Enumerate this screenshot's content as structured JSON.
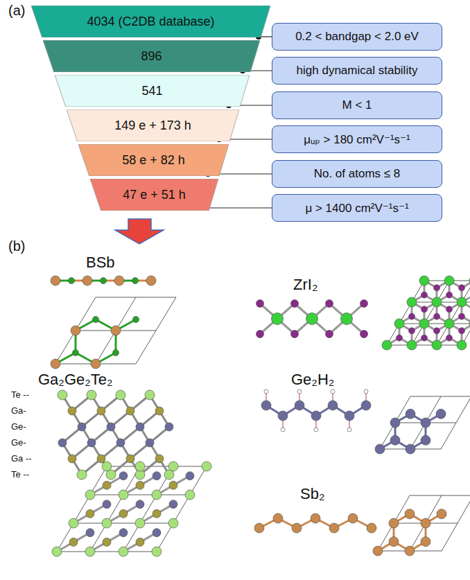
{
  "diagram": {
    "nodes": [
      {
        "text": [
          "4034 (C2DB database)"
        ]
      },
      {
        "text": [
          "896"
        ]
      },
      {
        "text": [
          "541"
        ]
      },
      {
        "text": [
          "149 e + 173 h"
        ]
      },
      {
        "text": [
          "58 e + 82 h"
        ]
      },
      {
        "text": [
          "47 e + 51 h"
        ]
      },
      {
        "text": [
          "0.2 < bandgap < 2.0 eV"
        ]
      },
      {
        "text": [
          "high dynamical stability"
        ]
      },
      {
        "text": [
          "M < 1"
        ]
      },
      {
        "text": [
          "μᵤₚ > 180 cm²V⁻¹s⁻¹"
        ]
      },
      {
        "text": [
          "No. of atoms ≤ 8"
        ]
      },
      {
        "text": [
          "μ > 1400 cm²V⁻¹s⁻¹"
        ]
      }
    ],
    "labels": [
      "(a)",
      "(b)",
      "BSb",
      "ZrI₂",
      "Ga₂Ge₂Te₂",
      "Ge₂H₂",
      "Sb₂",
      "Te --",
      "Ga-",
      "Ge-",
      "Ge-",
      "Ga --",
      "Te --"
    ]
  }
}
